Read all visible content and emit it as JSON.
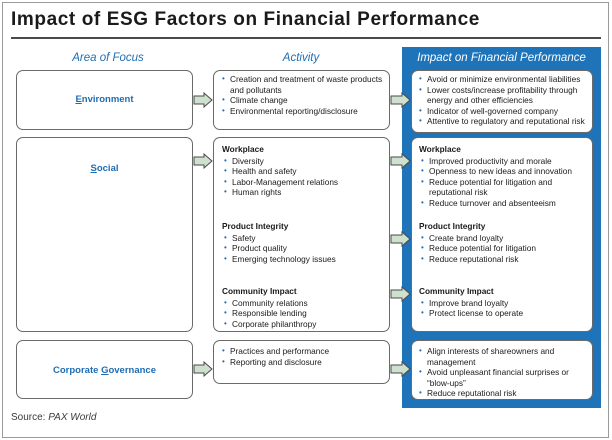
{
  "title": "Impact of ESG Factors on Financial Performance",
  "columns": {
    "focus": "Area of Focus",
    "activity": "Activity",
    "impact": "Impact on Financial Performance"
  },
  "rows": {
    "environment": {
      "label_pre": "",
      "label_ul": "E",
      "label_post": "nvironment",
      "activity": [
        "Creation and treatment of waste products and pollutants",
        "Climate change",
        "Environmental reporting/disclosure"
      ],
      "impact": [
        "Avoid or minimize environmental liabilities",
        "Lower costs/increase profitability through energy and other efficiencies",
        "Indicator of well-governed company",
        "Attentive to regulatory and reputational risk"
      ]
    },
    "social": {
      "label_pre": "",
      "label_ul": "S",
      "label_post": "ocial",
      "groups": [
        {
          "heading": "Workplace",
          "activity": [
            "Diversity",
            "Health and safety",
            "Labor-Management relations",
            "Human rights"
          ],
          "impact": [
            "Improved productivity and morale",
            "Openness to new ideas and innovation",
            "Reduce potential for litigation and reputational risk",
            "Reduce turnover and absenteeism"
          ]
        },
        {
          "heading": "Product Integrity",
          "activity": [
            "Safety",
            "Product quality",
            "Emerging technology issues"
          ],
          "impact": [
            "Create brand loyalty",
            "Reduce potential for litigation",
            "Reduce reputational risk"
          ]
        },
        {
          "heading": "Community Impact",
          "activity": [
            "Community relations",
            "Responsible lending",
            "Corporate philanthropy"
          ],
          "impact": [
            "Improve brand loyalty",
            "Protect license to operate"
          ]
        }
      ]
    },
    "governance": {
      "label_pre": "Corporate ",
      "label_ul": "G",
      "label_post": "overnance",
      "activity": [
        "Practices and performance",
        "Reporting and disclosure"
      ],
      "impact": [
        "Align interests of shareowners and management",
        "Avoid unpleasant financial surprises or “blow-ups”",
        "Reduce reputational risk"
      ]
    }
  },
  "source_label": "Source:",
  "source_name": "PAX World",
  "colors": {
    "accent_blue": "#1f73b8",
    "label_blue": "#1f6db3",
    "arrow_fill": "#cfe0cf"
  }
}
